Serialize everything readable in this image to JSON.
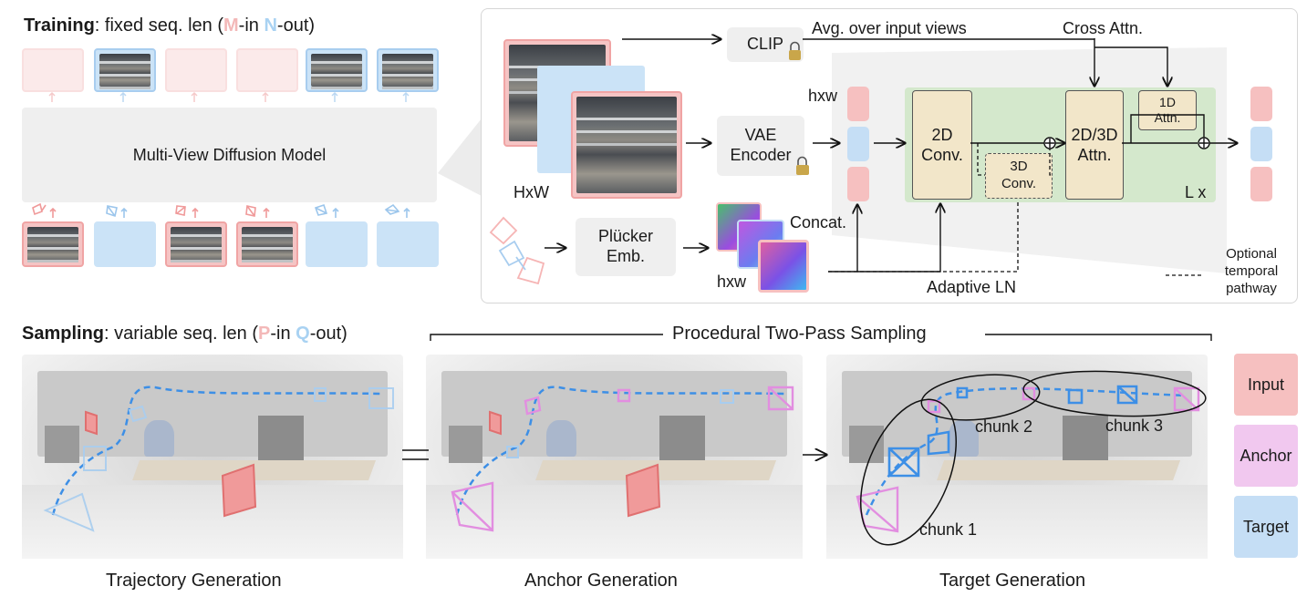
{
  "training": {
    "label_bold": "Training",
    "label_rest": ": fixed seq. len (",
    "m": "M",
    "mid": "-in ",
    "n": "N",
    "end": "-out)"
  },
  "model_label": "Multi-View Diffusion Model",
  "arch": {
    "clip": "CLIP",
    "avg_over_input_views": "Avg. over input views",
    "cross_attn": "Cross Attn.",
    "vae_encoder": "VAE\nEncoder",
    "hxw_upper": "HxW",
    "hxw_lower": "hxw",
    "hxw_tokens": "hxw",
    "plucker": "Plücker\nEmb.",
    "concat": "Concat.",
    "conv2d": "2D\nConv.",
    "conv3d": "3D\nConv.",
    "attn2d3d": "2D/3D\nAttn.",
    "attn1d": "1D\nAttn.",
    "lx": "L x",
    "adaptive_ln": "Adaptive LN",
    "optional_temporal": "Optional\ntemporal\npathway"
  },
  "sampling": {
    "label_bold": "Sampling",
    "label_rest": ": variable seq. len (",
    "p": "P",
    "mid": "-in ",
    "q": "Q",
    "end": "-out)",
    "procedural": "Procedural Two-Pass Sampling"
  },
  "chunks": [
    "chunk 1",
    "chunk 2",
    "chunk 3"
  ],
  "captions": [
    "Trajectory Generation",
    "Anchor Generation",
    "Target Generation"
  ],
  "legend": [
    {
      "label": "Input",
      "color": "#f6c0c0"
    },
    {
      "label": "Anchor",
      "color": "#f1c8ef"
    },
    {
      "label": "Target",
      "color": "#c5def5"
    }
  ],
  "colors": {
    "input": "#f0a4a4",
    "target": "#a8cdef",
    "anchor": "#e79be3",
    "traj": "#3d8fe6"
  }
}
